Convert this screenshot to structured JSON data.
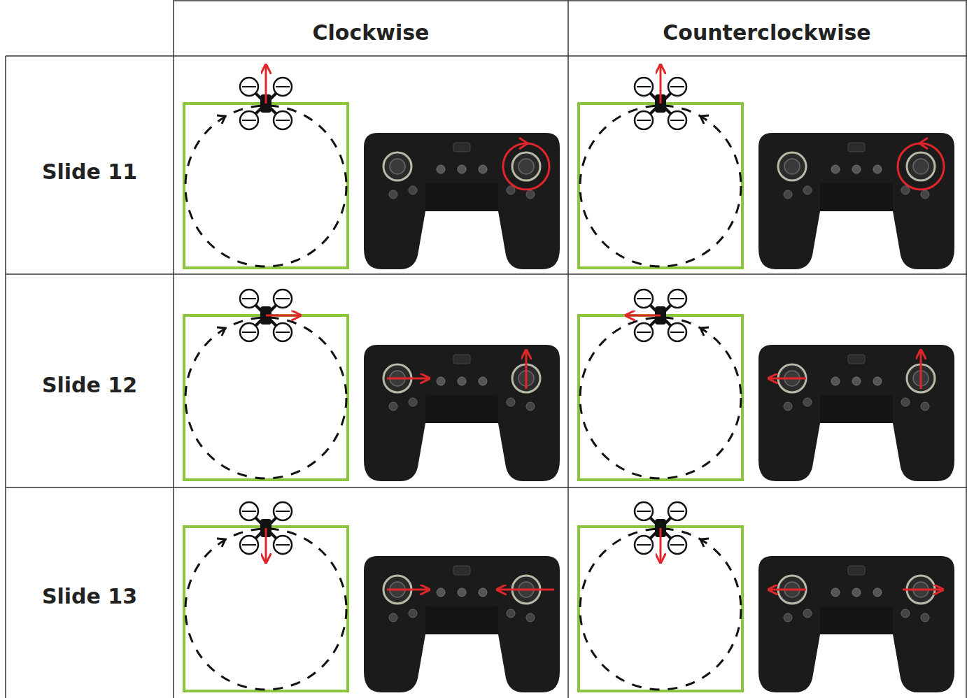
{
  "diagram": {
    "labels": [
      "Clockwise",
      "Counterclockwise",
      "Slide 11",
      "Slide 12",
      "Slide 13"
    ]
  }
}
